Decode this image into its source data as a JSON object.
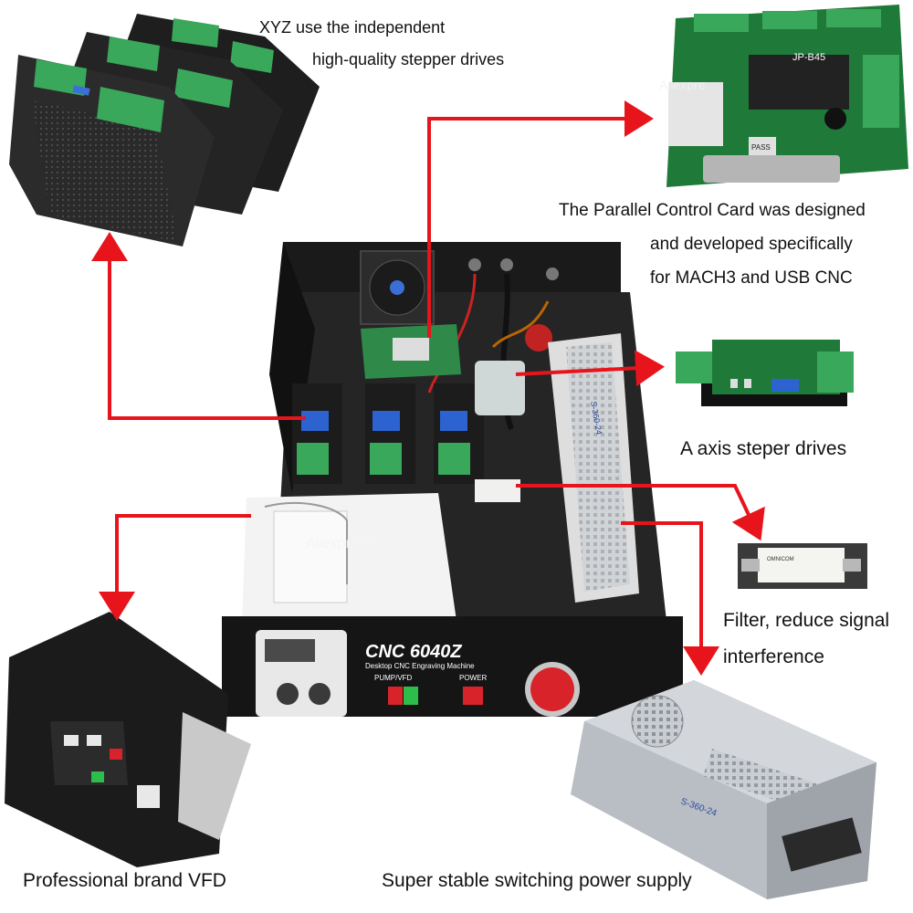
{
  "captions": {
    "stepper_line1": "XYZ use the independent",
    "stepper_line2": "high-quality stepper drives",
    "card_line1": "The Parallel Control Card was designed",
    "card_line2": "and developed specifically",
    "card_line3": "for MACH3 and USB CNC",
    "a_axis": "A axis steper drives",
    "filter_line1": "Filter, reduce signal",
    "filter_line2": "interference",
    "vfd": "Professional brand VFD",
    "psu": "Super stable switching power supply"
  },
  "panel": {
    "model": "CNC 6040Z",
    "subtitle": "Desktop CNC Engraving Machine",
    "pump_vfd_label": "PUMP/VFD",
    "power_label": "POWER"
  },
  "watermarks": {
    "store": "Aliexpress store",
    "card": "Aliexpre"
  },
  "labels": {
    "card_code": "JP-B45",
    "card_pass": "PASS",
    "psu_model": "S-360-24",
    "psu_model_small": "S-360-24",
    "filter_brand": "OMNICOM"
  },
  "colors": {
    "arrow": "#e8141c",
    "case": "#1a1a1a",
    "board_green": "#1f7a3a",
    "terminal_green": "#3aa85a"
  }
}
